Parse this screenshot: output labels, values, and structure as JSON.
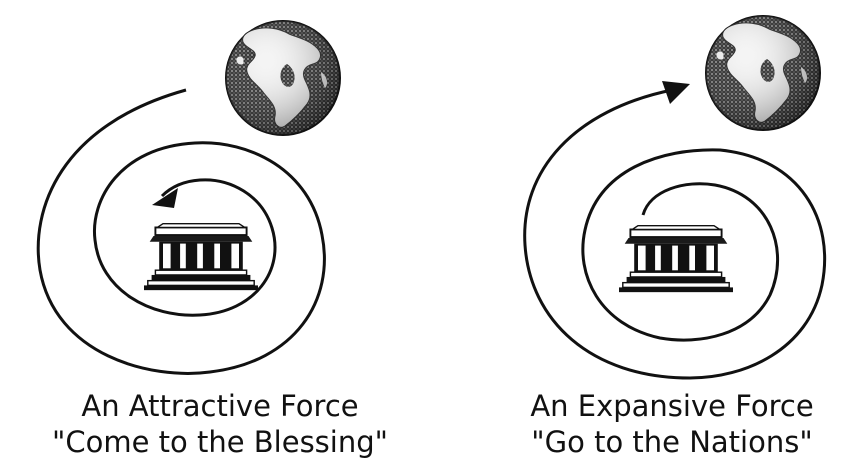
{
  "panels": [
    {
      "id": "attractive",
      "title": "An Attractive Force",
      "subtitle": "\"Come to the Blessing\"",
      "arrow_direction": "inward"
    },
    {
      "id": "expansive",
      "title": "An Expansive Force",
      "subtitle": "\"Go to the Nations\"",
      "arrow_direction": "outward"
    }
  ],
  "icons": {
    "globe": "globe-icon",
    "temple": "temple-icon"
  },
  "colors": {
    "ink": "#111111",
    "ocean": "#4a4a4a",
    "land": "#f2f2f2"
  }
}
